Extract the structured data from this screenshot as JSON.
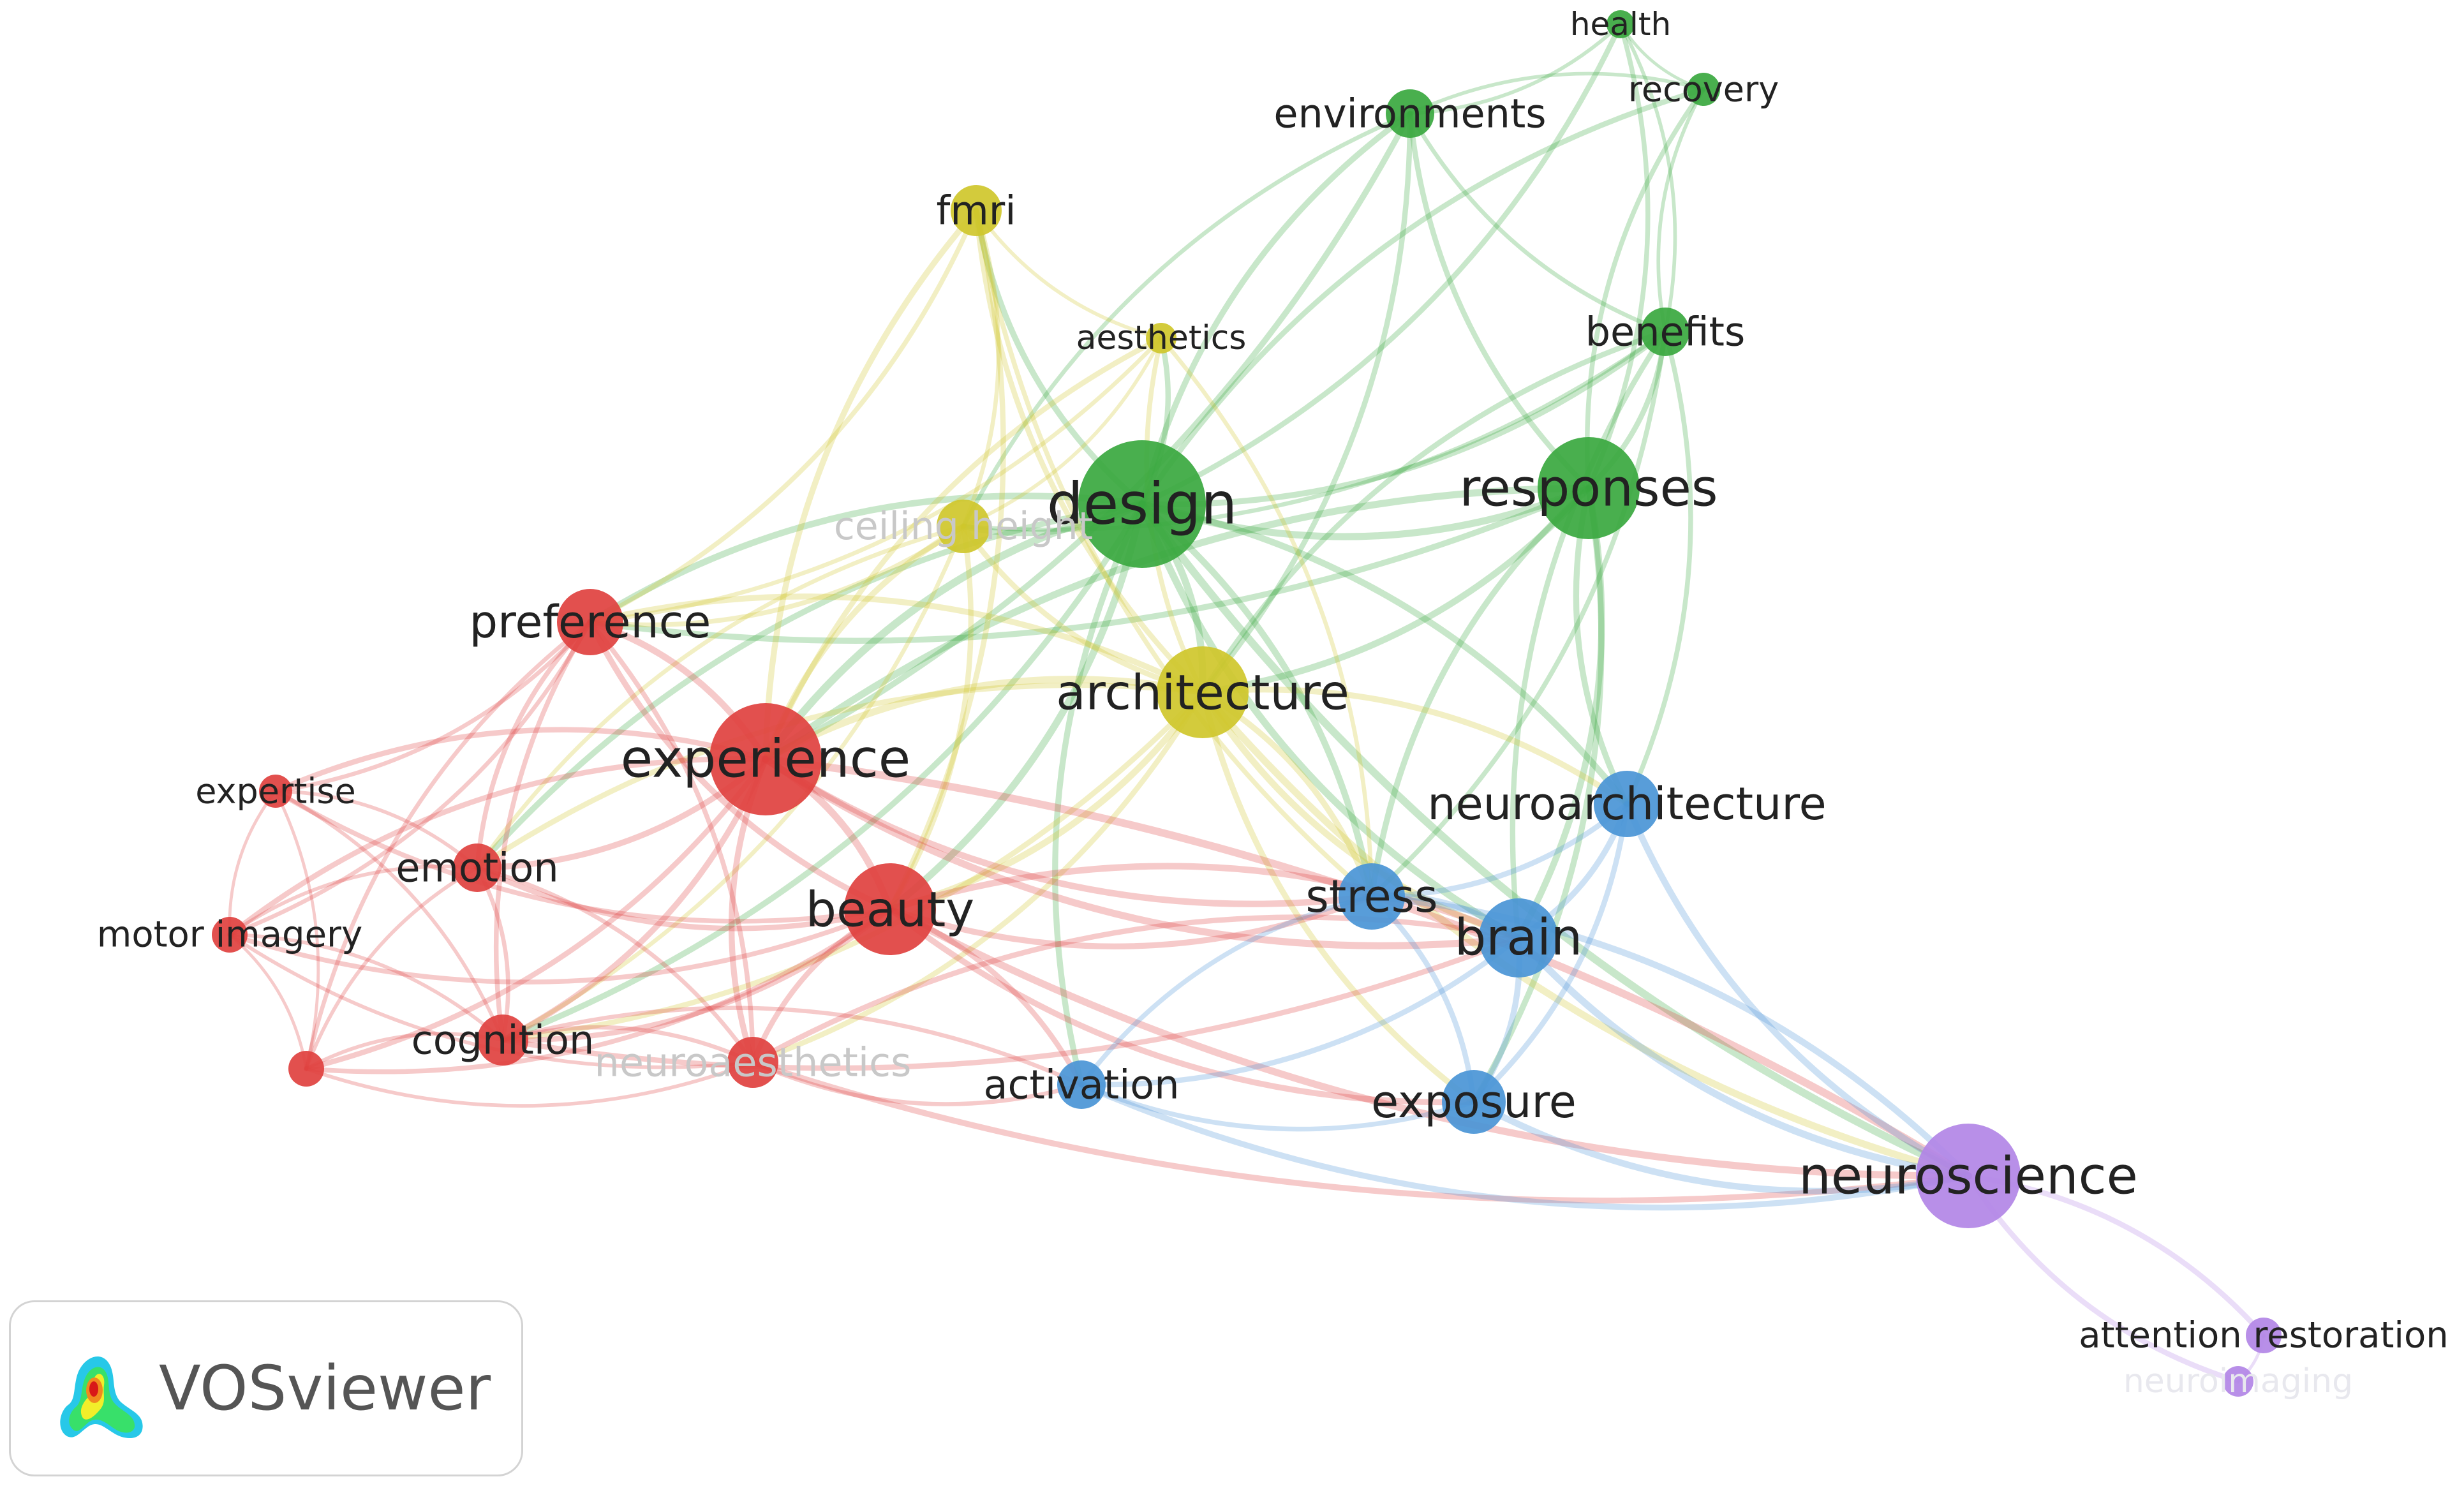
{
  "cluster_colors": {
    "red": "#e0413f",
    "green": "#3aa83f",
    "yellow": "#cfc72b",
    "blue": "#4a95d6",
    "purple": "#b285e6"
  },
  "nodes": [
    {
      "id": "design",
      "label": "design",
      "cluster": "green",
      "weight": 5
    },
    {
      "id": "responses",
      "label": "responses",
      "cluster": "green",
      "weight": 4
    },
    {
      "id": "environments",
      "label": "environments",
      "cluster": "green",
      "weight": 2
    },
    {
      "id": "health",
      "label": "health",
      "cluster": "green",
      "weight": 1
    },
    {
      "id": "recovery",
      "label": "recovery",
      "cluster": "green",
      "weight": 1
    },
    {
      "id": "benefits",
      "label": "benefits",
      "cluster": "green",
      "weight": 2
    },
    {
      "id": "fmri",
      "label": "fmri",
      "cluster": "yellow",
      "weight": 2
    },
    {
      "id": "aesthetics",
      "label": "aesthetics",
      "cluster": "yellow",
      "weight": 1
    },
    {
      "id": "ceiling",
      "label": "ceiling height",
      "cluster": "yellow",
      "weight": 2,
      "faded": true
    },
    {
      "id": "architecture",
      "label": "architecture",
      "cluster": "yellow",
      "weight": 4
    },
    {
      "id": "preference",
      "label": "preference",
      "cluster": "red",
      "weight": 3
    },
    {
      "id": "experience",
      "label": "experience",
      "cluster": "red",
      "weight": 5
    },
    {
      "id": "expertise",
      "label": "expertise",
      "cluster": "red",
      "weight": 1
    },
    {
      "id": "emotion",
      "label": "emotion",
      "cluster": "red",
      "weight": 2
    },
    {
      "id": "motor",
      "label": "motor imagery",
      "cluster": "red",
      "weight": 1
    },
    {
      "id": "beauty",
      "label": "beauty",
      "cluster": "red",
      "weight": 4
    },
    {
      "id": "cognition",
      "label": "cognition",
      "cluster": "red",
      "weight": 2
    },
    {
      "id": "neuroaesthetics",
      "label": "neuroaesthetics",
      "cluster": "red",
      "weight": 2,
      "faded": true
    },
    {
      "id": "unlabeled_red",
      "label": "",
      "cluster": "red",
      "weight": 1
    },
    {
      "id": "stress",
      "label": "stress",
      "cluster": "blue",
      "weight": 3
    },
    {
      "id": "brain",
      "label": "brain",
      "cluster": "blue",
      "weight": 4
    },
    {
      "id": "neuroarchitecture",
      "label": "neuroarchitecture",
      "cluster": "blue",
      "weight": 3
    },
    {
      "id": "activation",
      "label": "activation",
      "cluster": "blue",
      "weight": 2
    },
    {
      "id": "exposure",
      "label": "exposure",
      "cluster": "blue",
      "weight": 3
    },
    {
      "id": "neuroscience",
      "label": "neuroscience",
      "cluster": "purple",
      "weight": 5
    },
    {
      "id": "attention",
      "label": "attention restoration",
      "cluster": "purple",
      "weight": 1
    },
    {
      "id": "neuroimaging",
      "label": "neuroimaging",
      "cluster": "purple",
      "weight": 1,
      "faint": true
    }
  ],
  "links": [
    [
      "design",
      "responses"
    ],
    [
      "design",
      "environments"
    ],
    [
      "design",
      "benefits"
    ],
    [
      "design",
      "architecture"
    ],
    [
      "design",
      "experience"
    ],
    [
      "design",
      "beauty"
    ],
    [
      "design",
      "preference"
    ],
    [
      "design",
      "fmri"
    ],
    [
      "design",
      "aesthetics"
    ],
    [
      "design",
      "ceiling"
    ],
    [
      "design",
      "brain"
    ],
    [
      "design",
      "stress"
    ],
    [
      "design",
      "health"
    ],
    [
      "design",
      "recovery"
    ],
    [
      "design",
      "neuroscience"
    ],
    [
      "design",
      "cognition"
    ],
    [
      "design",
      "emotion"
    ],
    [
      "design",
      "neuroarchitecture"
    ],
    [
      "design",
      "activation"
    ],
    [
      "responses",
      "environments"
    ],
    [
      "responses",
      "benefits"
    ],
    [
      "responses",
      "recovery"
    ],
    [
      "responses",
      "health"
    ],
    [
      "responses",
      "brain"
    ],
    [
      "responses",
      "stress"
    ],
    [
      "responses",
      "architecture"
    ],
    [
      "responses",
      "neuroarchitecture"
    ],
    [
      "responses",
      "exposure"
    ],
    [
      "responses",
      "experience"
    ],
    [
      "responses",
      "preference"
    ],
    [
      "environments",
      "health"
    ],
    [
      "environments",
      "recovery"
    ],
    [
      "environments",
      "benefits"
    ],
    [
      "environments",
      "architecture"
    ],
    [
      "environments",
      "ceiling"
    ],
    [
      "environments",
      "experience"
    ],
    [
      "health",
      "recovery"
    ],
    [
      "benefits",
      "recovery"
    ],
    [
      "benefits",
      "health"
    ],
    [
      "benefits",
      "neuroarchitecture"
    ],
    [
      "benefits",
      "brain"
    ],
    [
      "benefits",
      "stress"
    ],
    [
      "benefits",
      "architecture"
    ],
    [
      "benefits",
      "ceiling"
    ],
    [
      "fmri",
      "aesthetics"
    ],
    [
      "fmri",
      "ceiling"
    ],
    [
      "fmri",
      "architecture"
    ],
    [
      "fmri",
      "beauty"
    ],
    [
      "fmri",
      "experience"
    ],
    [
      "fmri",
      "preference"
    ],
    [
      "fmri",
      "stress"
    ],
    [
      "aesthetics",
      "ceiling"
    ],
    [
      "aesthetics",
      "architecture"
    ],
    [
      "aesthetics",
      "preference"
    ],
    [
      "aesthetics",
      "experience"
    ],
    [
      "aesthetics",
      "stress"
    ],
    [
      "ceiling",
      "architecture"
    ],
    [
      "ceiling",
      "preference"
    ],
    [
      "ceiling",
      "experience"
    ],
    [
      "ceiling",
      "beauty"
    ],
    [
      "ceiling",
      "emotion"
    ],
    [
      "ceiling",
      "cognition"
    ],
    [
      "architecture",
      "experience"
    ],
    [
      "architecture",
      "beauty"
    ],
    [
      "architecture",
      "preference"
    ],
    [
      "architecture",
      "stress"
    ],
    [
      "architecture",
      "brain"
    ],
    [
      "architecture",
      "neuroarchitecture"
    ],
    [
      "architecture",
      "neuroscience"
    ],
    [
      "architecture",
      "neuroaesthetics"
    ],
    [
      "architecture",
      "exposure"
    ],
    [
      "architecture",
      "cognition"
    ],
    [
      "architecture",
      "emotion"
    ],
    [
      "preference",
      "experience"
    ],
    [
      "preference",
      "beauty"
    ],
    [
      "preference",
      "expertise"
    ],
    [
      "preference",
      "emotion"
    ],
    [
      "preference",
      "motor"
    ],
    [
      "preference",
      "cognition"
    ],
    [
      "preference",
      "neuroaesthetics"
    ],
    [
      "preference",
      "unlabeled_red"
    ],
    [
      "experience",
      "beauty"
    ],
    [
      "experience",
      "expertise"
    ],
    [
      "experience",
      "emotion"
    ],
    [
      "experience",
      "motor"
    ],
    [
      "experience",
      "cognition"
    ],
    [
      "experience",
      "neuroaesthetics"
    ],
    [
      "experience",
      "unlabeled_red"
    ],
    [
      "experience",
      "brain"
    ],
    [
      "experience",
      "neuroscience"
    ],
    [
      "experience",
      "stress"
    ],
    [
      "expertise",
      "emotion"
    ],
    [
      "expertise",
      "motor"
    ],
    [
      "expertise",
      "cognition"
    ],
    [
      "expertise",
      "beauty"
    ],
    [
      "expertise",
      "unlabeled_red"
    ],
    [
      "emotion",
      "motor"
    ],
    [
      "emotion",
      "cognition"
    ],
    [
      "emotion",
      "beauty"
    ],
    [
      "emotion",
      "neuroaesthetics"
    ],
    [
      "emotion",
      "unlabeled_red"
    ],
    [
      "motor",
      "cognition"
    ],
    [
      "motor",
      "beauty"
    ],
    [
      "motor",
      "unlabeled_red"
    ],
    [
      "motor",
      "neuroaesthetics"
    ],
    [
      "beauty",
      "cognition"
    ],
    [
      "beauty",
      "neuroaesthetics"
    ],
    [
      "beauty",
      "brain"
    ],
    [
      "beauty",
      "neuroscience"
    ],
    [
      "beauty",
      "activation"
    ],
    [
      "beauty",
      "exposure"
    ],
    [
      "beauty",
      "unlabeled_red"
    ],
    [
      "beauty",
      "stress"
    ],
    [
      "cognition",
      "neuroaesthetics"
    ],
    [
      "cognition",
      "unlabeled_red"
    ],
    [
      "cognition",
      "activation"
    ],
    [
      "cognition",
      "brain"
    ],
    [
      "neuroaesthetics",
      "unlabeled_red"
    ],
    [
      "neuroaesthetics",
      "neuroscience"
    ],
    [
      "neuroaesthetics",
      "brain"
    ],
    [
      "neuroaesthetics",
      "activation"
    ],
    [
      "stress",
      "brain"
    ],
    [
      "stress",
      "neuroarchitecture"
    ],
    [
      "stress",
      "exposure"
    ],
    [
      "stress",
      "activation"
    ],
    [
      "stress",
      "neuroscience"
    ],
    [
      "brain",
      "neuroarchitecture"
    ],
    [
      "brain",
      "exposure"
    ],
    [
      "brain",
      "neuroscience"
    ],
    [
      "brain",
      "activation"
    ],
    [
      "neuroarchitecture",
      "neuroscience"
    ],
    [
      "neuroarchitecture",
      "exposure"
    ],
    [
      "exposure",
      "neuroscience"
    ],
    [
      "exposure",
      "activation"
    ],
    [
      "activation",
      "neuroscience"
    ],
    [
      "neuroscience",
      "attention"
    ],
    [
      "neuroscience",
      "neuroimaging"
    ],
    [
      "attention",
      "neuroimaging"
    ]
  ],
  "brand": {
    "name": "VOSviewer"
  }
}
